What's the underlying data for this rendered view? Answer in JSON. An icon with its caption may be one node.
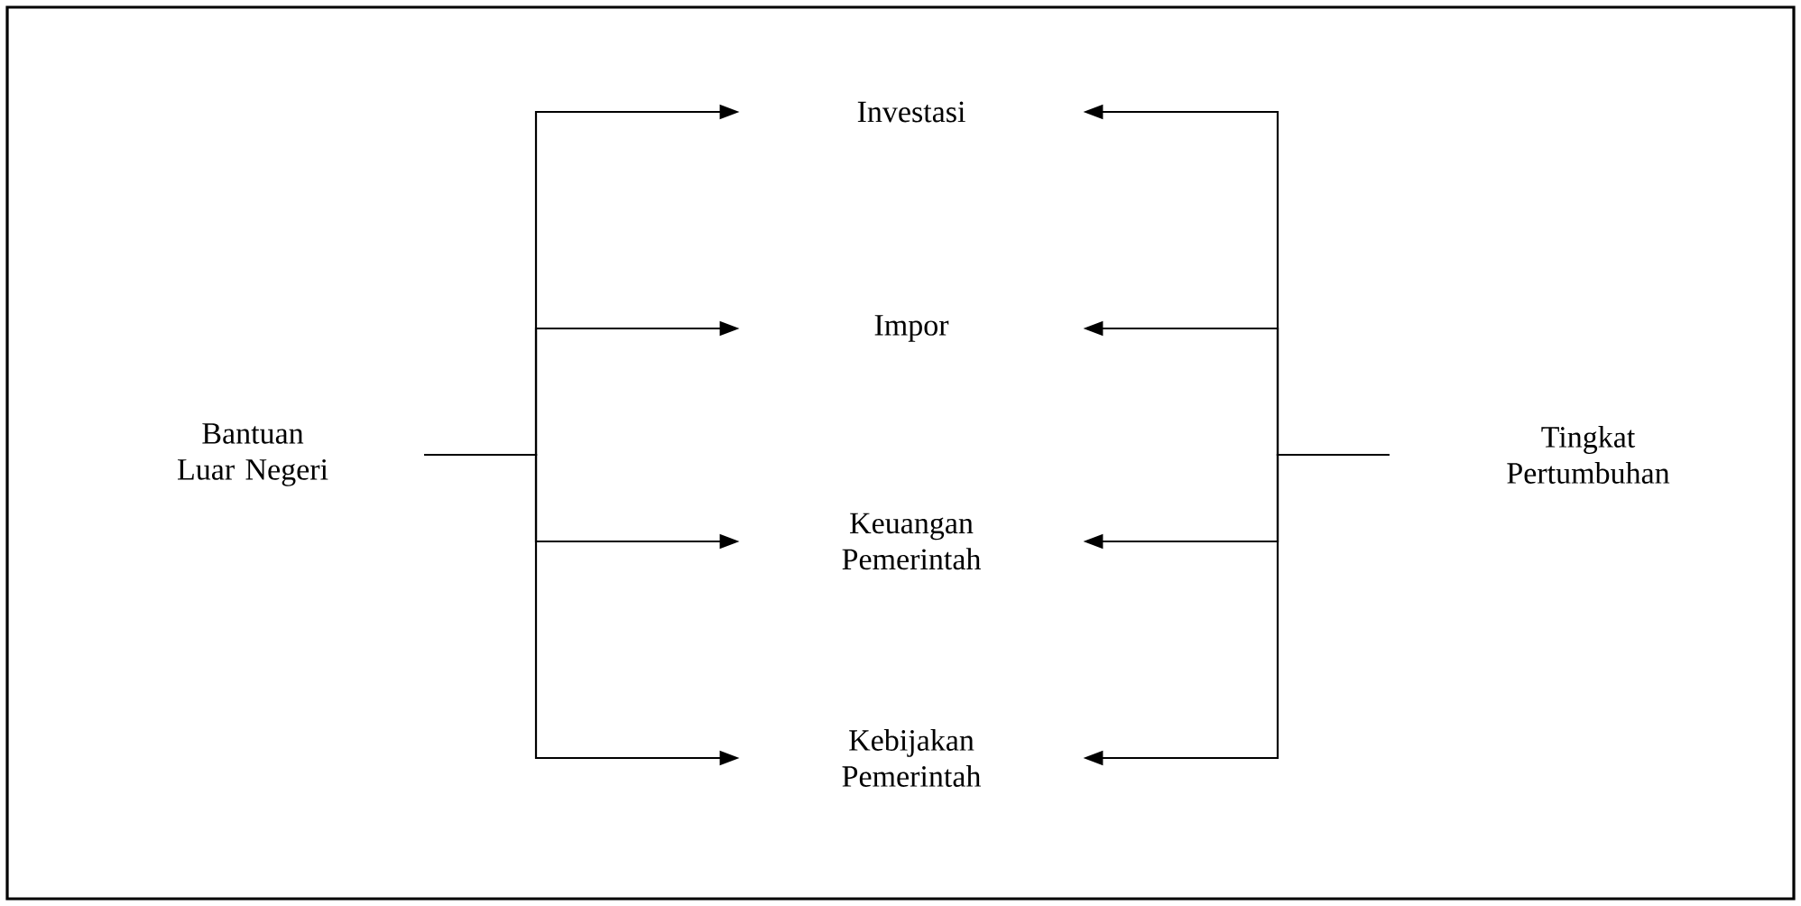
{
  "diagram": {
    "nodes": [
      {
        "text": [
          "Bantuan Luar Negeri"
        ]
      },
      {
        "text": [
          "Investasi"
        ]
      },
      {
        "text": [
          "Impor"
        ]
      },
      {
        "text": [
          "Keuangan Pemerintah"
        ]
      },
      {
        "text": [
          "Kebijakan Pemerintah"
        ]
      },
      {
        "text": [
          "Tingkat Pertumbuhan"
        ]
      }
    ],
    "edges": [
      {
        "from": 0,
        "to": 1,
        "arrow": "to"
      },
      {
        "from": 0,
        "to": 2,
        "arrow": "to"
      },
      {
        "from": 0,
        "to": 3,
        "arrow": "to"
      },
      {
        "from": 0,
        "to": 4,
        "arrow": "to"
      },
      {
        "from": 5,
        "to": 1,
        "arrow": "to"
      },
      {
        "from": 5,
        "to": 2,
        "arrow": "to"
      },
      {
        "from": 5,
        "to": 3,
        "arrow": "to"
      },
      {
        "from": 5,
        "to": 4,
        "arrow": "to"
      }
    ]
  }
}
